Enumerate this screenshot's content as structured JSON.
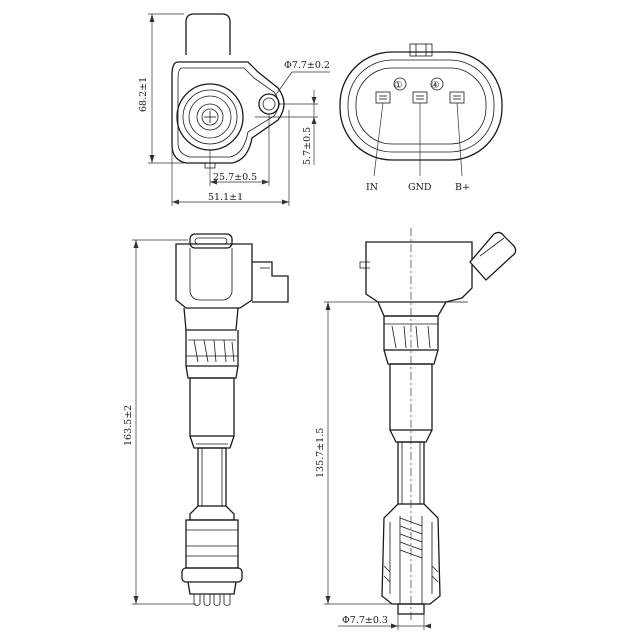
{
  "dimensions": {
    "top_height": "68.2±1",
    "mount_hole_dia": "Φ7.7±0.2",
    "hole_offset_v": "5.7±0.5",
    "hole_offset_h": "25.7±0.5",
    "top_width": "51.1±1",
    "total_length": "163.5±2",
    "side_length": "135.7±1.5",
    "tip_dia": "Φ7.7±0.3"
  },
  "connector": {
    "pin_labels": [
      "IN",
      "GND",
      "B+"
    ],
    "pin_numbers": [
      "①",
      "④"
    ]
  }
}
